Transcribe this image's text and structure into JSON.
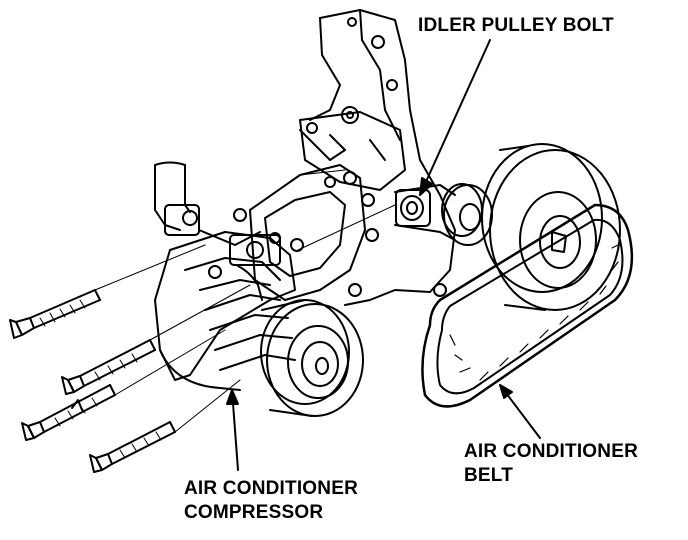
{
  "labels": {
    "idler_pulley_bolt": "IDLER PULLEY BOLT",
    "ac_belt_line1": "AIR CONDITIONER",
    "ac_belt_line2": "BELT",
    "ac_compressor_line1": "AIR CONDITIONER",
    "ac_compressor_line2": "COMPRESSOR"
  },
  "colors": {
    "ink": "#000000",
    "paper": "#ffffff"
  }
}
